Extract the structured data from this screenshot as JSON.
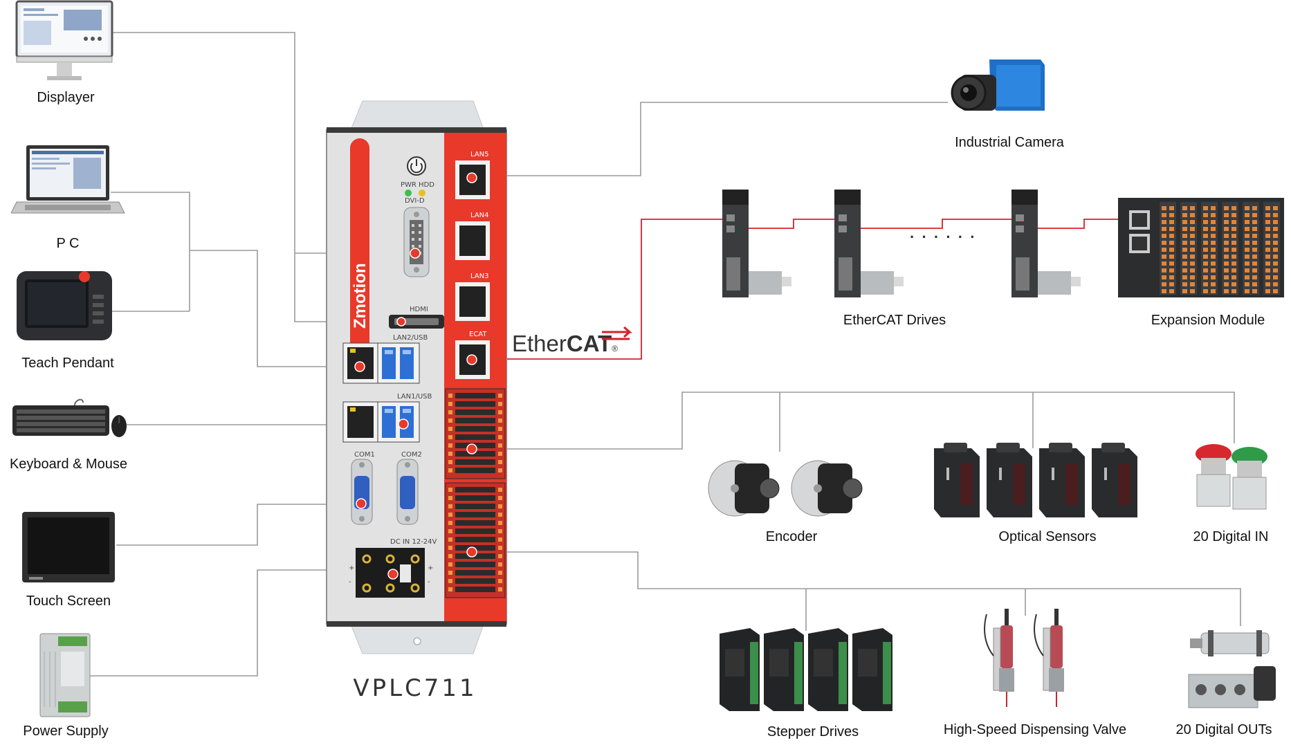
{
  "controller": {
    "model": "VPLC711",
    "brand": "Zmotion",
    "panel_labels": {
      "pwr_hdd": "PWR HDD",
      "dvi": "DVI-D",
      "hdmi": "HDMI",
      "lan2usb": "LAN2/USB",
      "lan1usb": "LAN1/USB",
      "com1": "COM1",
      "com2": "COM2",
      "dcin": "DC IN 12-24V",
      "lan5": "LAN5",
      "lan4": "LAN4",
      "lan3": "LAN3",
      "ecat": "ECAT",
      "plus": "+",
      "minus": "-"
    }
  },
  "fieldbus": {
    "name_light": "Ether",
    "name_bold": "CAT",
    "mark": "®"
  },
  "left_devices": [
    {
      "id": "displayer",
      "label": "Displayer",
      "icon": "monitor-icon"
    },
    {
      "id": "pc",
      "label": "P C",
      "icon": "laptop-icon"
    },
    {
      "id": "teach-pendant",
      "label": "Teach Pendant",
      "icon": "teach-pendant-icon"
    },
    {
      "id": "keyboard-mouse",
      "label": "Keyboard & Mouse",
      "icon": "keyboard-icon"
    },
    {
      "id": "touch-screen",
      "label": "Touch Screen",
      "icon": "touch-screen-icon"
    },
    {
      "id": "power-supply",
      "label": "Power Supply",
      "icon": "power-supply-icon"
    }
  ],
  "right_devices": [
    {
      "id": "industrial-camera",
      "label": "Industrial Camera",
      "icon": "camera-icon"
    },
    {
      "id": "ethercat-drives",
      "label": "EtherCAT Drives",
      "icon": "servo-drive-icon"
    },
    {
      "id": "expansion-module",
      "label": "Expansion Module",
      "icon": "io-module-icon"
    },
    {
      "id": "encoder",
      "label": "Encoder",
      "icon": "encoder-icon"
    },
    {
      "id": "optical-sensors",
      "label": "Optical Sensors",
      "icon": "optical-sensor-icon"
    },
    {
      "id": "digital-in",
      "label": "20 Digital IN",
      "icon": "push-button-icon"
    },
    {
      "id": "stepper-drives",
      "label": "Stepper Drives",
      "icon": "stepper-drive-icon"
    },
    {
      "id": "dispensing-valve",
      "label": "High-Speed Dispensing Valve",
      "icon": "dispensing-valve-icon"
    },
    {
      "id": "digital-outs",
      "label": "20 Digital OUTs",
      "icon": "pneumatic-cylinder-icon"
    }
  ],
  "drive_chain_ellipsis": "· · · · · ·",
  "colors": {
    "accent_red": "#e8392b",
    "ethercat_line": "#d62027",
    "wire_gray": "#9a9a9a",
    "panel_gray": "#e2e2e2"
  }
}
